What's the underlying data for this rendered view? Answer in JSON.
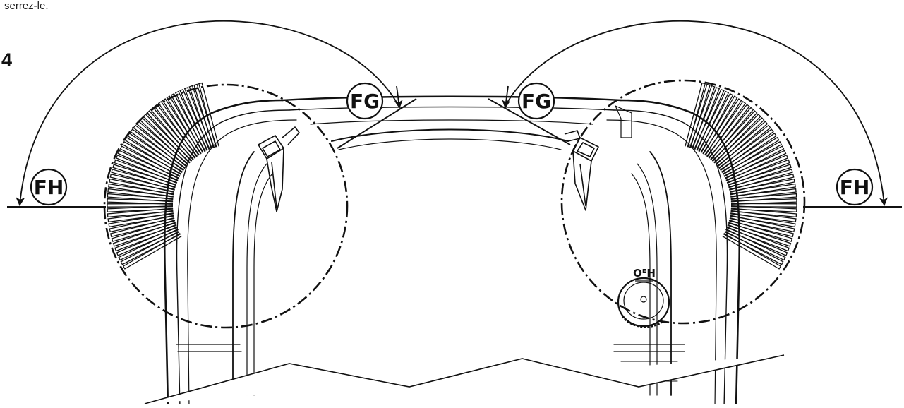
{
  "caption": "serrez-le.",
  "figure_number": "4",
  "labels": {
    "fg_left": "FG",
    "fg_right": "FG",
    "fh_left": "FH",
    "fh_right": "FH",
    "knob_mark": "OᴱH"
  },
  "colors": {
    "line": "#111111",
    "background": "#ffffff"
  }
}
